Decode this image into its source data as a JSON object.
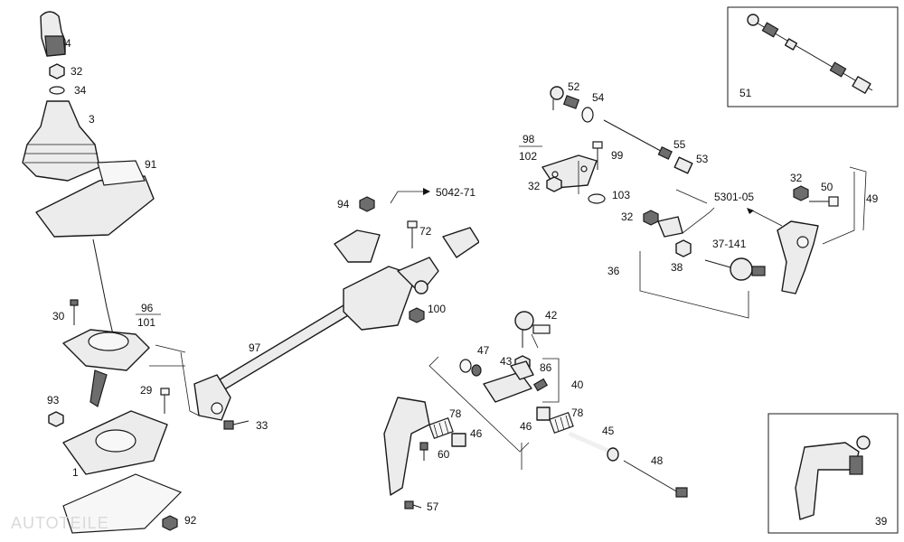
{
  "labels": {
    "l4": "4",
    "l32a": "32",
    "l34": "34",
    "l3": "3",
    "l91": "91",
    "l30": "30",
    "l96": "96",
    "l101": "101",
    "l93": "93",
    "l29": "29",
    "l33": "33",
    "l1": "1",
    "l92": "92",
    "l97": "97",
    "l94": "94",
    "l5042": "5042-71",
    "l72": "72",
    "l100": "100",
    "l98": "98",
    "l102": "102",
    "l99": "99",
    "l32b": "32",
    "l103": "103",
    "l52": "52",
    "l54": "54",
    "l55": "55",
    "l53": "53",
    "l32c": "32",
    "l5301": "5301-05",
    "l36": "36",
    "l38": "38",
    "l37": "37-141",
    "l32d": "32",
    "l50": "50",
    "l49": "49",
    "l51": "51",
    "l42": "42",
    "l47": "47",
    "l43": "43",
    "l86": "86",
    "l40": "40",
    "l78a": "78",
    "l46a": "46",
    "l60": "60",
    "l57": "57",
    "l46b": "46",
    "l78b": "78",
    "l45": "45",
    "l48": "48",
    "l39": "39"
  },
  "watermark": "AUTOTEILE"
}
